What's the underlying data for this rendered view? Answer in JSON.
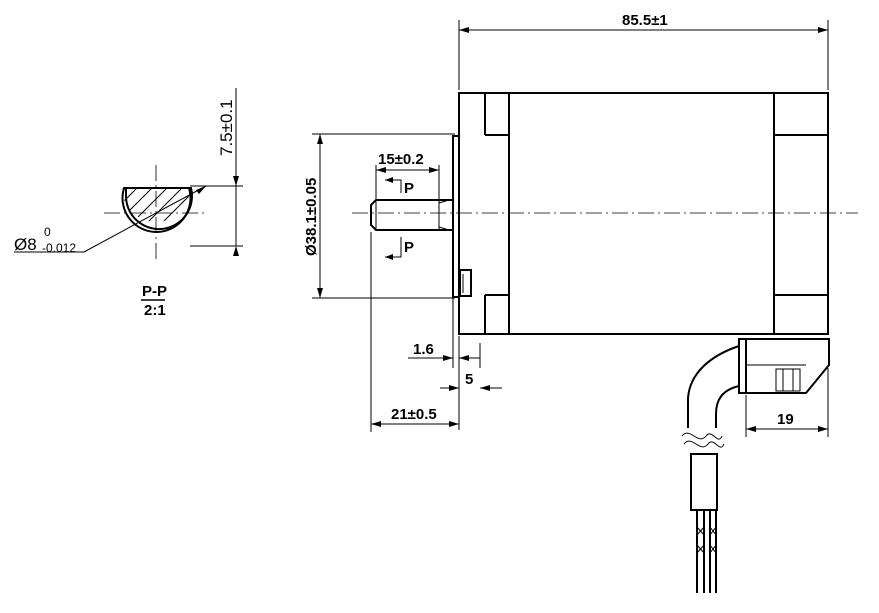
{
  "dimensions": {
    "body_length": "85.5±1",
    "pilot_diameter": "Ø38.1±0.05",
    "flat_length": "15±0.2",
    "section_mark_top": "P",
    "section_mark_bottom": "P",
    "flange_offset": "1.6",
    "flange_thickness": "5",
    "shaft_length": "21±0.5",
    "connector_width": "19",
    "flat_depth": "7.5±0.1",
    "shaft_diameter_base": "Ø8",
    "shaft_tolerance_upper": "0",
    "shaft_tolerance_lower": "-0.012"
  },
  "section_view": {
    "label": "P-P",
    "scale": "2:1"
  }
}
